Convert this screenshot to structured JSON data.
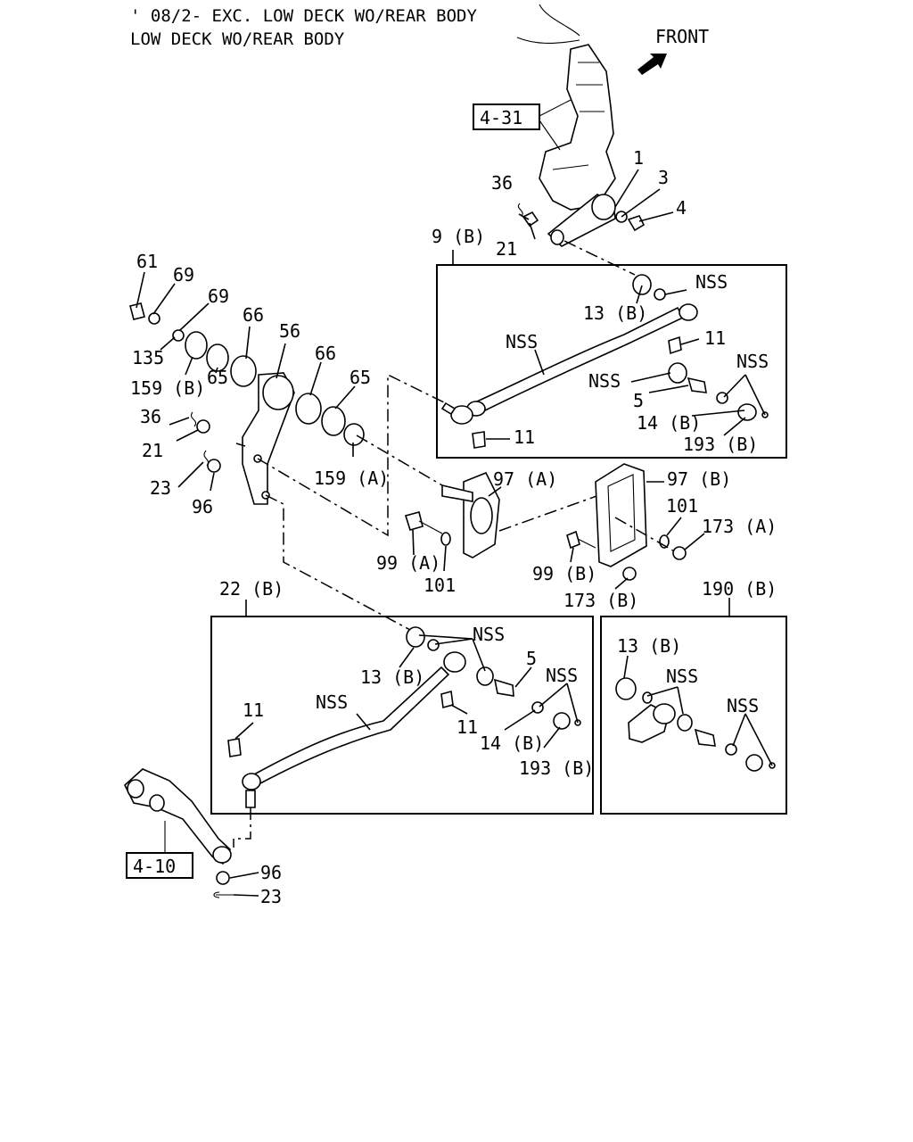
{
  "header": {
    "line1": "' 08/2- EXC. LOW DECK WO/REAR BODY",
    "line2": "LOW DECK WO/REAR BODY"
  },
  "front_label": "FRONT",
  "refs": {
    "ref_top": "4-31",
    "ref_bottom": "4-10"
  },
  "callouts": {
    "c1": "1",
    "c3": "3",
    "c4": "4",
    "c36a": "36",
    "c21a": "21",
    "c9b": "9 (B)",
    "c13b_a": "13 (B)",
    "nss_a1": "NSS",
    "nss_a2": "NSS",
    "c11_a1": "11",
    "nss_a3": "NSS",
    "nss_a4": "NSS",
    "c5_a": "5",
    "c14b_a": "14 (B)",
    "c193b_a": "193 (B)",
    "c11_a2": "11",
    "c61": "61",
    "c69a": "69",
    "c69b": "69",
    "c66a": "66",
    "c56": "56",
    "c135": "135",
    "c159b": "159 (B)",
    "c65a": "65",
    "c66b": "66",
    "c65b": "65",
    "c36b": "36",
    "c21b": "21",
    "c159a": "159 (A)",
    "c23a": "23",
    "c96a": "96",
    "c97a": "97 (A)",
    "c97b": "97 (B)",
    "c101a": "101",
    "c173a": "173 (A)",
    "c99a": "99 (A)",
    "c101b": "101",
    "c99b": "99 (B)",
    "c173b": "173 (B)",
    "c22b": "22 (B)",
    "c190b": "190 (B)",
    "nss_b1": "NSS",
    "c5_b": "5",
    "c13b_b": "13 (B)",
    "nss_b2": "NSS",
    "c11_b1": "11",
    "nss_b3": "NSS",
    "c11_b2": "11",
    "c14b_b": "14 (B)",
    "c193b_b": "193 (B)",
    "c13b_c": "13 (B)",
    "nss_c1": "NSS",
    "nss_c2": "NSS",
    "c96b": "96",
    "c23b": "23"
  }
}
